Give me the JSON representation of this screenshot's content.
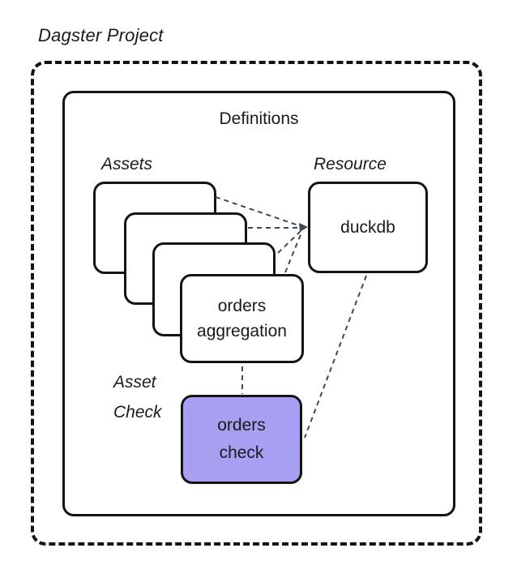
{
  "diagram": {
    "title": "Dagster Project",
    "definitions_label": "Definitions",
    "groups": {
      "assets_label": "Assets",
      "resource_label": "Resource",
      "asset_check_line1": "Asset",
      "asset_check_line2": "Check"
    },
    "nodes": {
      "asset_stack_count": 4,
      "orders_aggregation": {
        "line1": "orders",
        "line2": "aggregation"
      },
      "duckdb": {
        "label": "duckdb"
      },
      "orders_check": {
        "line1": "orders",
        "line2": "check"
      }
    },
    "edges": [
      {
        "from": "asset-card-1",
        "to": "duckdb",
        "style": "dashed"
      },
      {
        "from": "asset-card-2",
        "to": "duckdb",
        "style": "dashed"
      },
      {
        "from": "asset-card-3",
        "to": "duckdb",
        "style": "dashed"
      },
      {
        "from": "orders-aggregation",
        "to": "duckdb",
        "style": "dashed"
      },
      {
        "from": "duckdb",
        "to": "orders-check",
        "style": "dashed"
      },
      {
        "from": "orders-aggregation",
        "to": "orders-check",
        "style": "dashed"
      }
    ],
    "colors": {
      "asset_check_fill": "#a79ff2",
      "connector": "#3f4855",
      "box_border": "#141414",
      "text": "#1a1a1a",
      "background": "#ffffff"
    }
  }
}
